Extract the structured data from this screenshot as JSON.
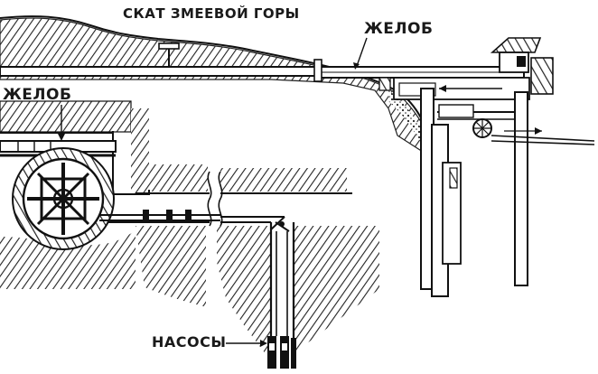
{
  "labels": {
    "slope": "СКАТ ЗМЕЕВОЙ ГОРЫ",
    "trough_top": "ЖЕЛОБ",
    "trough_left": "ЖЕЛОБ",
    "pumps": "НАСОСЫ"
  }
}
